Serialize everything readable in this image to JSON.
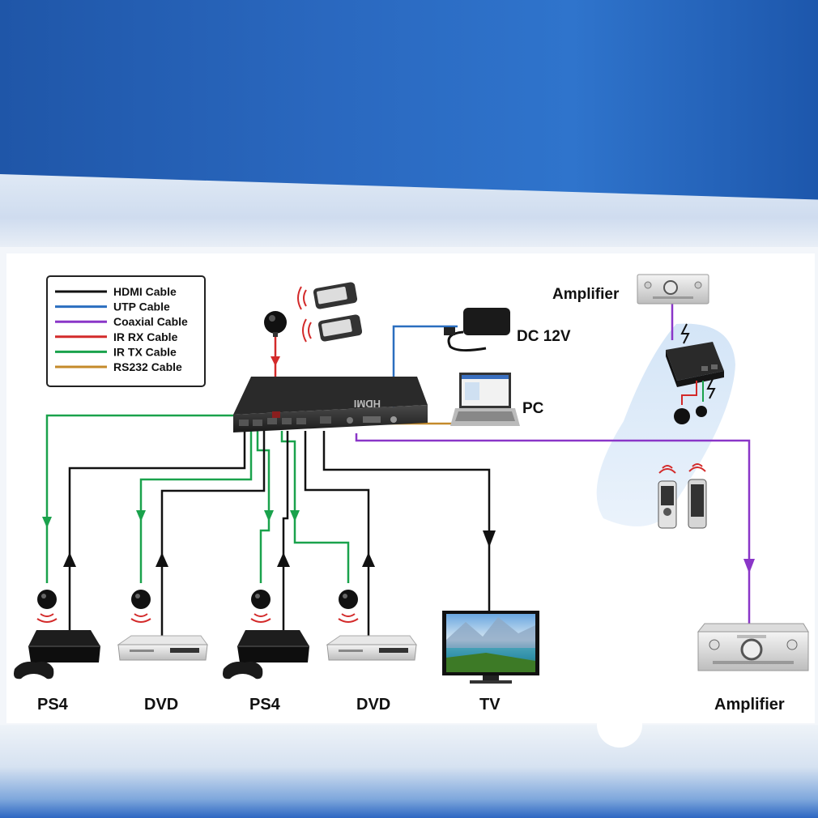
{
  "legend": {
    "items": [
      {
        "label": "HDMI Cable",
        "color": "#111111"
      },
      {
        "label": "UTP Cable",
        "color": "#2a6ebf"
      },
      {
        "label": "Coaxial Cable",
        "color": "#8a36c8"
      },
      {
        "label": "IR RX Cable",
        "color": "#d32a2a"
      },
      {
        "label": "IR TX Cable",
        "color": "#1aa24c"
      },
      {
        "label": "RS232 Cable",
        "color": "#c48a2a"
      }
    ]
  },
  "matrix_brand": "HDMI",
  "labels": {
    "amplifier_top": "Amplifier",
    "dc12v": "DC 12V",
    "pc": "PC",
    "ps4_1": "PS4",
    "dvd_1": "DVD",
    "ps4_2": "PS4",
    "dvd_2": "DVD",
    "tv": "TV",
    "amplifier_bottom": "Amplifier"
  },
  "icons": [
    "ir-remote-icon",
    "ir-receiver-icon",
    "power-adapter-icon",
    "laptop-icon",
    "amplifier-icon",
    "ps4-console-icon",
    "gamepad-icon",
    "dvd-player-icon",
    "tv-icon",
    "ir-emitter-icon",
    "audio-extractor-icon"
  ]
}
